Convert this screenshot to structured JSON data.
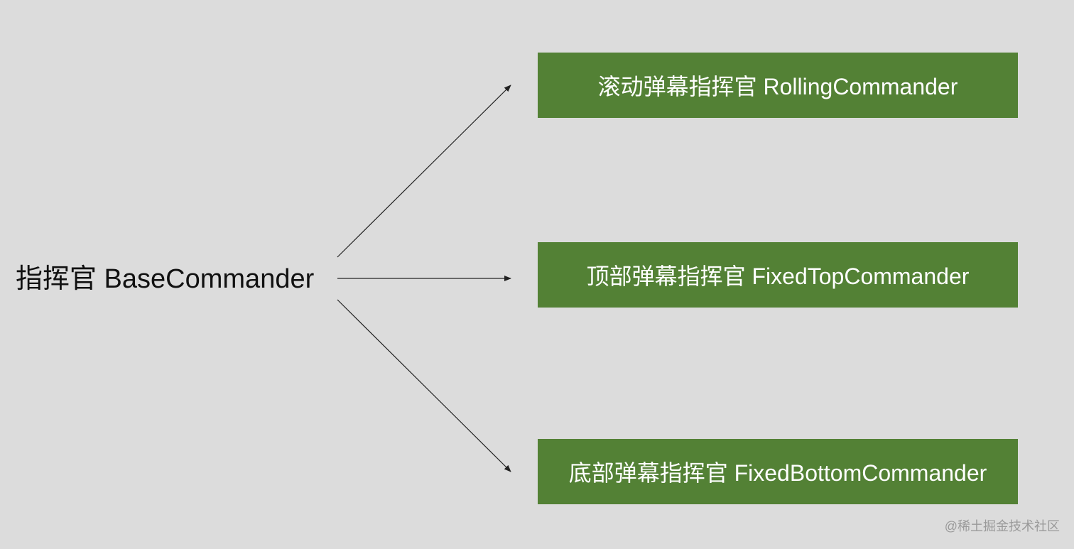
{
  "root": {
    "label": "指挥官 BaseCommander"
  },
  "children": [
    {
      "label": "滚动弹幕指挥官 RollingCommander"
    },
    {
      "label": "顶部弹幕指挥官 FixedTopCommander"
    },
    {
      "label": "底部弹幕指挥官 FixedBottomCommander"
    }
  ],
  "watermark": "@稀土掘金技术社区",
  "colors": {
    "background": "#dcdcdc",
    "node_fill": "#538135",
    "node_text": "#ffffff",
    "arrow": "#222222"
  }
}
